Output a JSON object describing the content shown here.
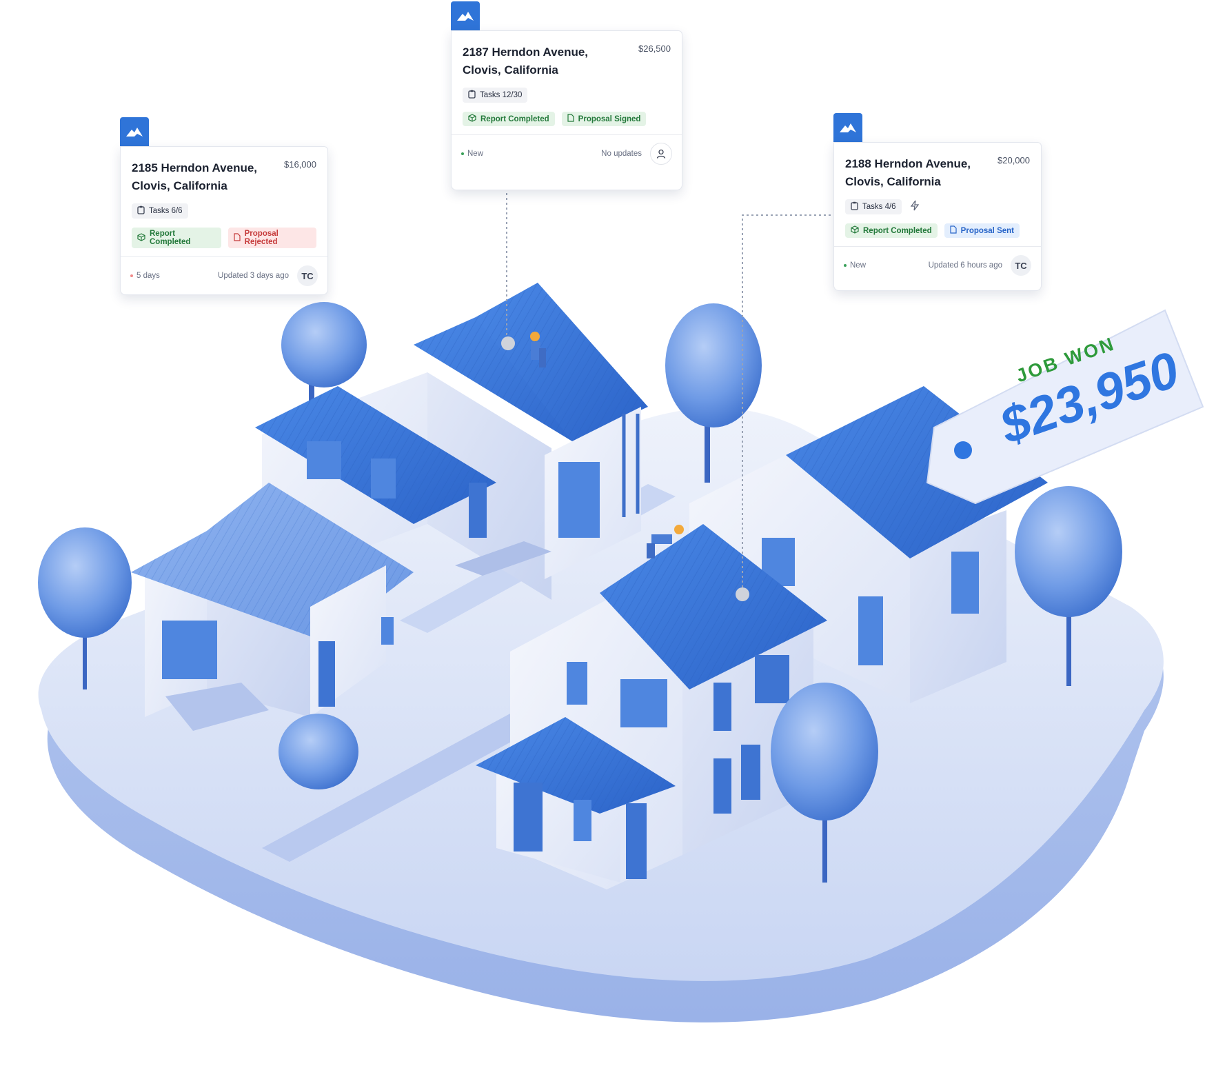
{
  "cards": [
    {
      "address": "2185 Herndon Avenue, Clovis, California",
      "price": "$16,000",
      "tasks": "Tasks 6/6",
      "badges": [
        {
          "label": "Report Completed",
          "tone": "green"
        },
        {
          "label": "Proposal Rejected",
          "tone": "red"
        }
      ],
      "status": "5 days",
      "status_color": "#f08a8a",
      "updated": "Updated 3 days ago",
      "avatar": "TC"
    },
    {
      "address": "2187 Herndon Avenue, Clovis, California",
      "price": "$26,500",
      "tasks": "Tasks 12/30",
      "badges": [
        {
          "label": "Report Completed",
          "tone": "green"
        },
        {
          "label": "Proposal Signed",
          "tone": "green"
        }
      ],
      "status": "New",
      "status_color": "#3aa05a",
      "updated": "No updates",
      "avatar": "person-icon"
    },
    {
      "address": "2188 Herndon Avenue, Clovis, California",
      "price": "$20,000",
      "tasks": "Tasks 4/6",
      "badges": [
        {
          "label": "Report Completed",
          "tone": "green"
        },
        {
          "label": "Proposal Sent",
          "tone": "blue"
        }
      ],
      "status": "New",
      "status_color": "#3aa05a",
      "updated": "Updated 6 hours ago",
      "avatar": "TC"
    }
  ],
  "price_tag": {
    "heading": "JOB WON",
    "amount": "$23,950"
  },
  "colors": {
    "brand": "#2f74d8",
    "roof": "#3a78dd",
    "ground": "#dde6f8"
  }
}
